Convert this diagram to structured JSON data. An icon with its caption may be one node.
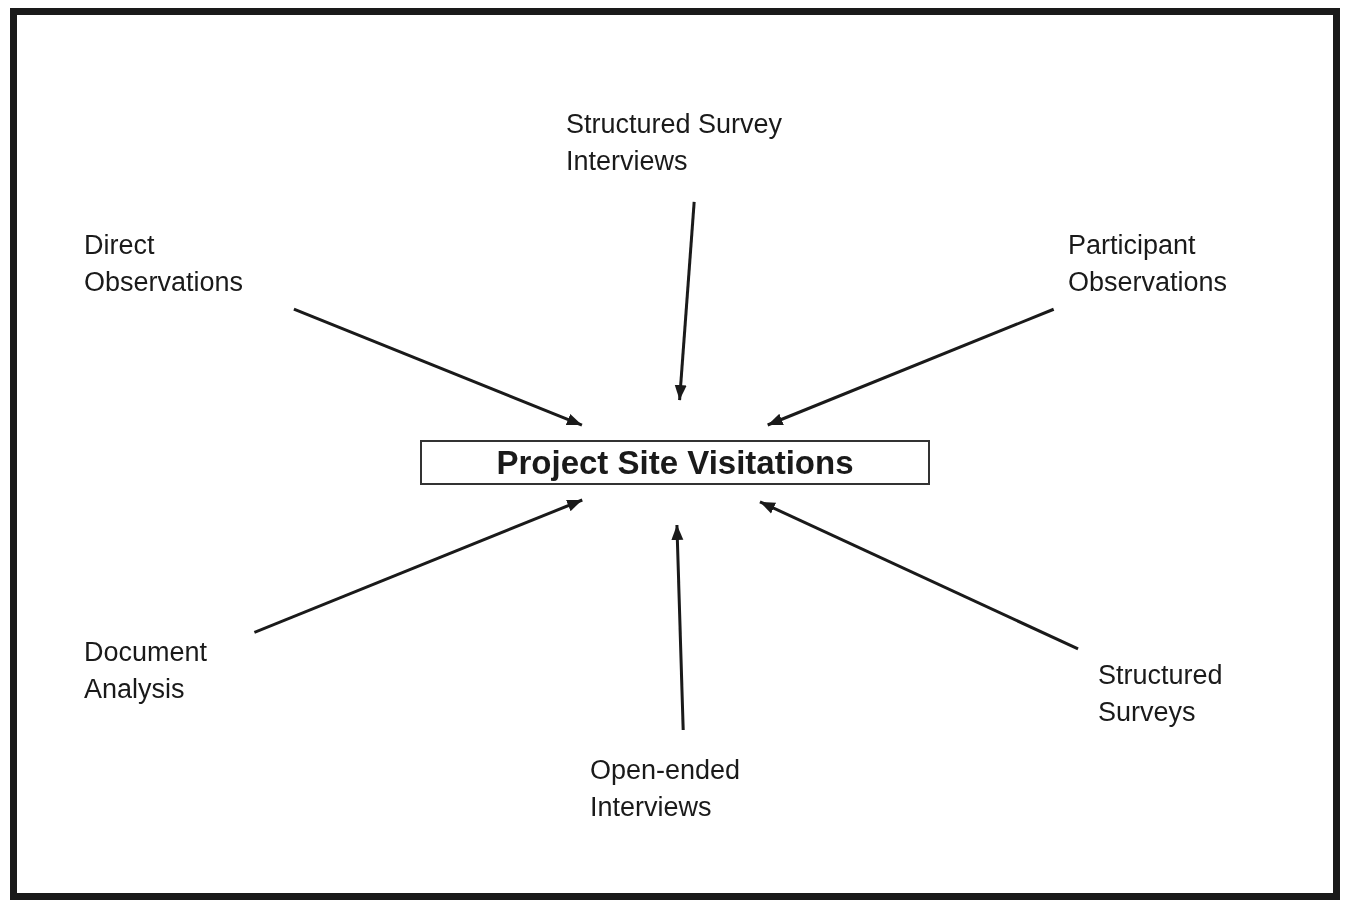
{
  "diagram": {
    "nodes": [
      {
        "text": [
          "Structured Survey Interviews"
        ]
      },
      {
        "text": [
          "Direct Observations"
        ]
      },
      {
        "text": [
          "Participant Observations"
        ]
      },
      {
        "text": [
          "Project Site Visitations"
        ]
      },
      {
        "text": [
          "Document Analysis"
        ]
      },
      {
        "text": [
          "Structured Surveys"
        ]
      },
      {
        "text": [
          "Open-ended Interviews"
        ]
      }
    ],
    "edges": [
      {
        "from": 0,
        "to": 3,
        "arrow": "to"
      },
      {
        "from": 1,
        "to": 3,
        "arrow": "to"
      },
      {
        "from": 2,
        "to": 3,
        "arrow": "to"
      },
      {
        "from": 4,
        "to": 3,
        "arrow": "to"
      },
      {
        "from": 6,
        "to": 3,
        "arrow": "to"
      },
      {
        "from": 5,
        "to": 3,
        "arrow": "to"
      }
    ]
  }
}
